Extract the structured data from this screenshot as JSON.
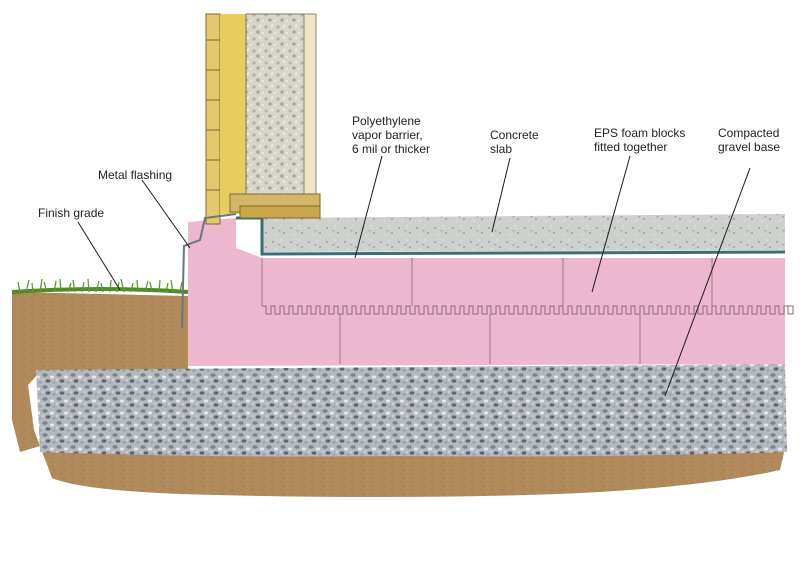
{
  "labels": {
    "finish_grade": "Finish grade",
    "metal_flashing": "Metal flashing",
    "vapor_barrier": "Polyethylene\nvapor barrier,\n6 mil or thicker",
    "concrete_slab": "Concrete\nslab",
    "eps_foam": "EPS foam blocks\nfitted together",
    "gravel_base": "Compacted\ngravel base"
  },
  "colors": {
    "foam": "#ecb7cf",
    "concrete": "#c9ccc9",
    "soil": "#b08a5a",
    "gravel": "#b4b8bf",
    "grass": "#6fa63a",
    "framing": "#e3c96a",
    "insulation": "#d9d6cb",
    "vapor_barrier": "#3f6b73",
    "flashing": "#9aa0a6"
  }
}
